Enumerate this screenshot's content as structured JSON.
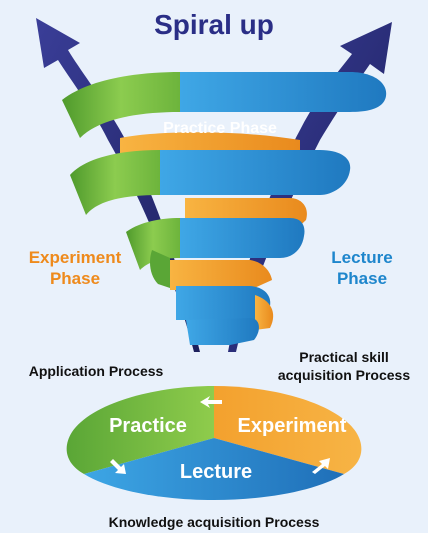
{
  "title": "Spiral up",
  "phases": {
    "practice": "Practice Phase",
    "experiment_line1": "Experiment",
    "experiment_line2": "Phase",
    "lecture_line1": "Lecture",
    "lecture_line2": "Phase"
  },
  "processes": {
    "application": "Application Process",
    "practical_line1": "Practical skill",
    "practical_line2": "acquisition Process",
    "knowledge": "Knowledge acquisition Process"
  },
  "cycle": {
    "practice": "Practice",
    "experiment": "Experiment",
    "lecture": "Lecture"
  },
  "colors": {
    "title": "#2a2e86",
    "green": "#6db43c",
    "orange": "#f2a033",
    "blue": "#2a8fd0",
    "navy": "#2b2e78",
    "phase_experiment": "#ee8a1c",
    "phase_lecture": "#1e86cc",
    "phase_practice": "#7cc243"
  },
  "icons": {
    "arrow_left": "arrow-up-left-icon",
    "arrow_right": "arrow-up-right-icon"
  }
}
